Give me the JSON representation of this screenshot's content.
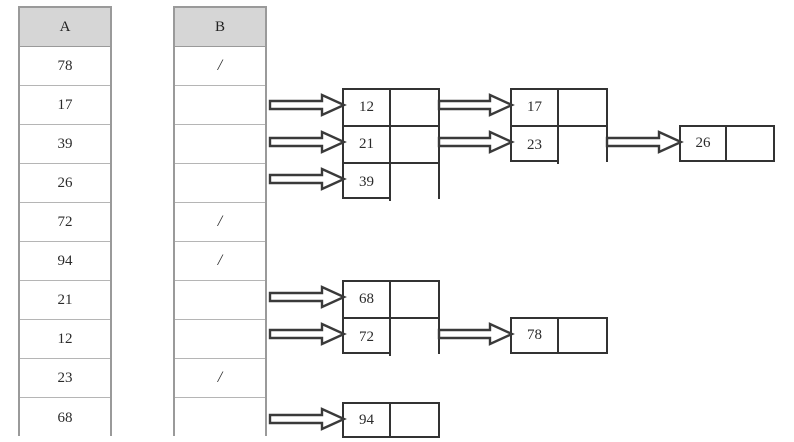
{
  "diagram": {
    "title": "hash-table-chaining-diagram",
    "colors": {
      "header_bg": "#d6d6d6",
      "table_border": "#9a9a9a",
      "node_border": "#333333",
      "arrow_stroke": "#3a3a3a",
      "arrow_fill": "#ffffff",
      "text": "#2b2b2b",
      "page_bg": "#ffffff"
    },
    "empty_marker": "/"
  },
  "array_a": {
    "name": "array-a",
    "header": "A",
    "cells": [
      "78",
      "17",
      "39",
      "26",
      "72",
      "94",
      "21",
      "12",
      "23",
      "68"
    ]
  },
  "array_b": {
    "name": "array-b",
    "header": "B",
    "cells": [
      {
        "index": 0,
        "text": "/",
        "has_arrow": false
      },
      {
        "index": 1,
        "text": "",
        "has_arrow": true
      },
      {
        "index": 2,
        "text": "",
        "has_arrow": true
      },
      {
        "index": 3,
        "text": "",
        "has_arrow": true
      },
      {
        "index": 4,
        "text": "/",
        "has_arrow": false
      },
      {
        "index": 5,
        "text": "/",
        "has_arrow": false
      },
      {
        "index": 6,
        "text": "",
        "has_arrow": true
      },
      {
        "index": 7,
        "text": "",
        "has_arrow": true
      },
      {
        "index": 8,
        "text": "/",
        "has_arrow": false
      },
      {
        "index": 9,
        "text": "",
        "has_arrow": true
      }
    ]
  },
  "nodes": {
    "group_1": {
      "name": "node-group-1",
      "keys": [
        "12",
        "21",
        "39"
      ]
    },
    "group_2": {
      "name": "node-group-2",
      "keys": [
        "17",
        "23"
      ]
    },
    "group_3": {
      "name": "node-group-3",
      "keys": [
        "26"
      ]
    },
    "group_4": {
      "name": "node-group-4",
      "keys": [
        "68",
        "72"
      ]
    },
    "group_5": {
      "name": "node-group-5",
      "keys": [
        "78"
      ]
    },
    "group_6": {
      "name": "node-group-6",
      "keys": [
        "94"
      ]
    }
  },
  "links": [
    {
      "from": "array-b-row-1",
      "to": "node-12"
    },
    {
      "from": "array-b-row-2",
      "to": "node-21"
    },
    {
      "from": "array-b-row-3",
      "to": "node-39"
    },
    {
      "from": "node-12",
      "to": "node-17"
    },
    {
      "from": "node-21",
      "to": "node-23"
    },
    {
      "from": "node-23",
      "to": "node-26"
    },
    {
      "from": "array-b-row-6",
      "to": "node-68"
    },
    {
      "from": "array-b-row-7",
      "to": "node-72"
    },
    {
      "from": "node-72",
      "to": "node-78"
    },
    {
      "from": "array-b-row-9",
      "to": "node-94"
    }
  ]
}
